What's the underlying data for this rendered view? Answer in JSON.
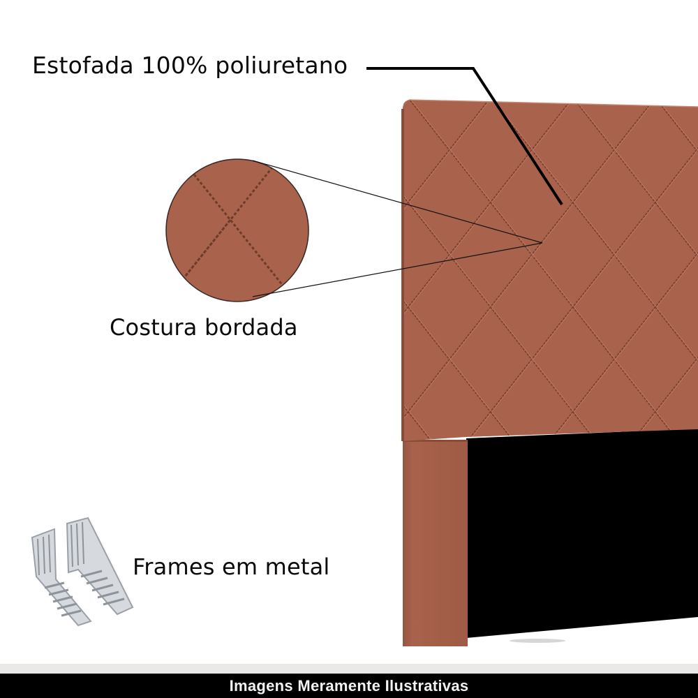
{
  "callouts": {
    "upholstery": "Estofada 100% poliuretano",
    "stitching": "Costura bordada",
    "frames": "Frames em metal"
  },
  "footer": {
    "disclaimer": "Imagens Meramente Ilustrativas"
  },
  "colors": {
    "upholstery": "#a9624b",
    "upholstery_dark": "#8e4f3b",
    "stitch": "#7a4030",
    "base": "#000000",
    "metal": "#c9ccd1",
    "footer_bg": "#000000",
    "footer_text": "#f2f2f2",
    "gray_band": "#ebe8e8"
  },
  "icons": {
    "metal_frame": "metal-bracket-icon",
    "zoom_circle": "magnify-detail-circle"
  }
}
